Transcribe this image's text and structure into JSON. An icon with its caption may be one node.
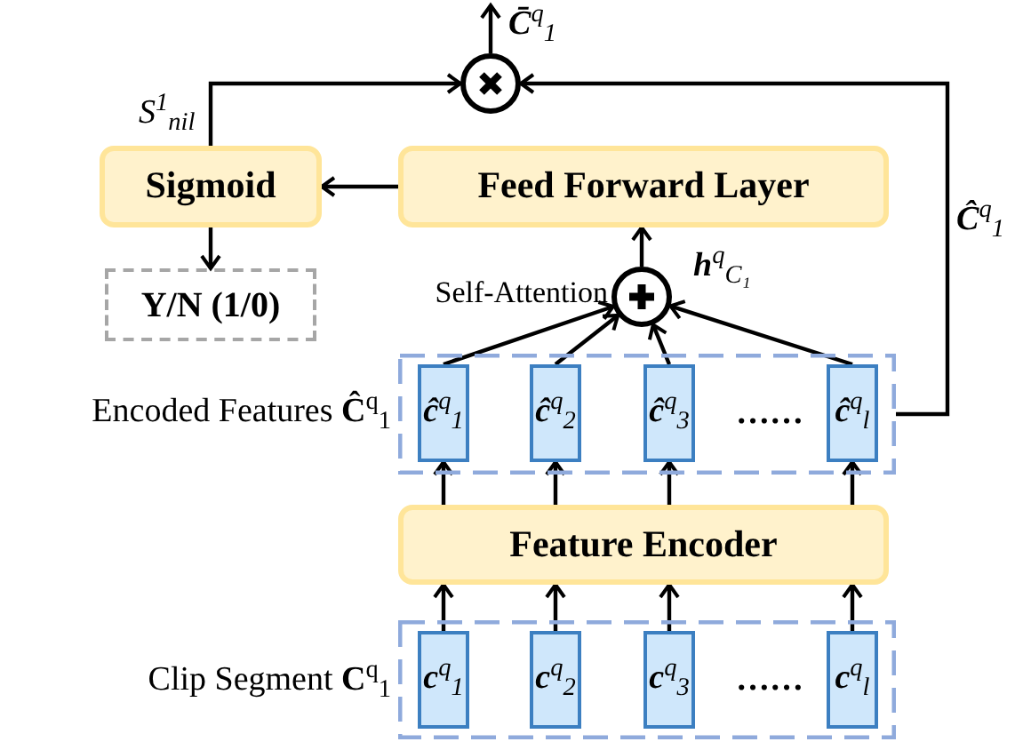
{
  "diagram": {
    "nodes": [
      {
        "text": [
          "Sigmoid"
        ]
      },
      {
        "text": [
          "Feed Forward Layer"
        ]
      },
      {
        "text": [
          "Y/N (1/0)"
        ]
      },
      {
        "text": [],
        "shape": "multiply"
      },
      {
        "text": [],
        "shape": "plus",
        "beside": [
          "Self-Attention",
          "**h**$^{q}$$_{C₁}$"
        ]
      },
      {
        "text": [],
        "shape": "box",
        "beside": [
          "Encoded Features **Ĉ**$^{q}$$_{1}$"
        ]
      },
      {
        "text": [
          "**ĉ**$^{q}$$_{1}$"
        ],
        "in": 5
      },
      {
        "text": [
          "**ĉ**$^{q}$$_{2}$"
        ],
        "in": 5
      },
      {
        "text": [
          "**ĉ**$^{q}$$_{3}$"
        ],
        "in": 5
      },
      {
        "text": [
          "**ĉ**$^{q}$$_{l}$"
        ],
        "in": 5
      },
      {
        "text": [
          "Feature Encoder"
        ]
      },
      {
        "text": [],
        "shape": "box",
        "beside": [
          "Clip Segment **C**$^{q}$$_{1}$"
        ]
      },
      {
        "text": [
          "**c**$^{q}$$_{1}$"
        ],
        "in": 11
      },
      {
        "text": [
          "**c**$^{q}$$_{2}$"
        ],
        "in": 11
      },
      {
        "text": [
          "**c**$^{q}$$_{3}$"
        ],
        "in": 11
      },
      {
        "text": [
          "**c**$^{q}$$_{l}$"
        ],
        "in": 11
      }
    ],
    "edges": [
      {
        "from": 1,
        "to": 0,
        "arrow": "to"
      },
      {
        "from": 0,
        "to": 2,
        "arrow": "to"
      },
      {
        "from": 0,
        "to": 3,
        "arrow": "to",
        "label": "S$^{1}$$_{nil}$"
      },
      {
        "from": 5,
        "to": 3,
        "arrow": "to",
        "label": "**Ĉ**$^{q}$$_{1}$"
      },
      {
        "from": 3,
        "to": null,
        "arrow": "to",
        "label": "**C̄**$^{q}$$_{1}$"
      },
      {
        "from": 4,
        "to": 1,
        "arrow": "to"
      },
      {
        "from": 6,
        "to": 4,
        "arrow": "to"
      },
      {
        "from": 7,
        "to": 4,
        "arrow": "to"
      },
      {
        "from": 8,
        "to": 4,
        "arrow": "to"
      },
      {
        "from": 9,
        "to": 4,
        "arrow": "to"
      },
      {
        "from": 10,
        "to": 6,
        "arrow": "to"
      },
      {
        "from": 10,
        "to": 7,
        "arrow": "to"
      },
      {
        "from": 10,
        "to": 8,
        "arrow": "to"
      },
      {
        "from": 10,
        "to": 9,
        "arrow": "to"
      },
      {
        "from": 12,
        "to": 10,
        "arrow": "to"
      },
      {
        "from": 13,
        "to": 10,
        "arrow": "to"
      },
      {
        "from": 14,
        "to": 10,
        "arrow": "to"
      },
      {
        "from": 15,
        "to": 10,
        "arrow": "to"
      }
    ],
    "labels": [
      "……",
      "……"
    ]
  }
}
